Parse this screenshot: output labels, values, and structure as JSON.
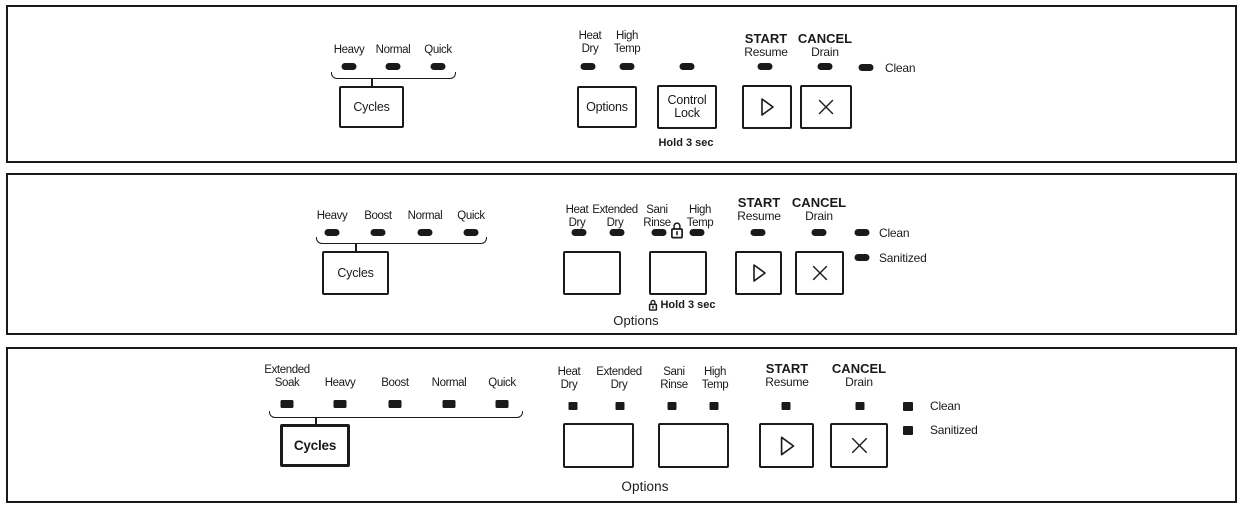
{
  "colors": {
    "ink": "#1a1a1a",
    "panel_background": "#ffffff"
  },
  "icons": {
    "start_button": "play-triangle-icon",
    "cancel_button": "x-cross-icon",
    "sani_rinse_lock": "padlock-icon",
    "hold_lock": "padlock-icon"
  },
  "panels": [
    {
      "cycles": {
        "button": "Cycles",
        "items": [
          "Heavy",
          "Normal",
          "Quick"
        ]
      },
      "options": {
        "button": "Options",
        "indicators": [
          "Heat\nDry",
          "High\nTemp"
        ]
      },
      "control_lock": {
        "button": "Control\nLock",
        "note": "Hold 3 sec"
      },
      "start": {
        "title": "START",
        "subtitle": "Resume"
      },
      "cancel": {
        "title": "CANCEL",
        "subtitle": "Drain"
      },
      "status": [
        "Clean"
      ]
    },
    {
      "cycles": {
        "button": "Cycles",
        "items": [
          "Heavy",
          "Boost",
          "Normal",
          "Quick"
        ]
      },
      "options": {
        "group_label": "Options",
        "indicators": [
          "Heat\nDry",
          "Extended\nDry",
          "Sani\nRinse",
          "High\nTemp"
        ],
        "hold_note": "Hold 3 sec"
      },
      "start": {
        "title": "START",
        "subtitle": "Resume"
      },
      "cancel": {
        "title": "CANCEL",
        "subtitle": "Drain"
      },
      "status": [
        "Clean",
        "Sanitized"
      ]
    },
    {
      "cycles": {
        "button": "Cycles",
        "items": [
          "Extended\nSoak",
          "Heavy",
          "Boost",
          "Normal",
          "Quick"
        ]
      },
      "options": {
        "group_label": "Options",
        "indicators": [
          "Heat\nDry",
          "Extended\nDry",
          "Sani\nRinse",
          "High\nTemp"
        ]
      },
      "start": {
        "title": "START",
        "subtitle": "Resume"
      },
      "cancel": {
        "title": "CANCEL",
        "subtitle": "Drain"
      },
      "status": [
        "Clean",
        "Sanitized"
      ]
    }
  ]
}
